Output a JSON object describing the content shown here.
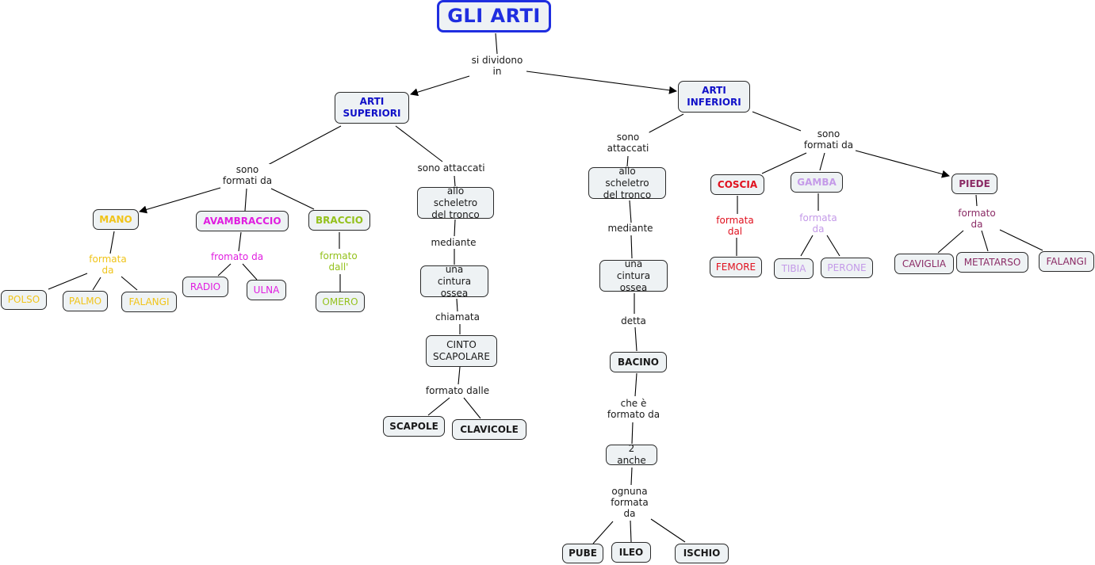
{
  "title": "GLI ARTI",
  "colors": {
    "root": "#1f2ee0",
    "level1": "#1010c8",
    "mano": "#f0c419",
    "avambraccio": "#e01ee0",
    "braccio": "#94c11c",
    "coscia": "#e0101e",
    "gamba": "#c49ae8",
    "piede": "#8b2c66",
    "default": "#1a1a1a"
  },
  "nodes": {
    "arti_superiori": "ARTI\nSUPERIORI",
    "arti_inferiori": "ARTI\nINFERIORI",
    "mano": "MANO",
    "avambraccio": "AVAMBRACCIO",
    "braccio": "BRACCIO",
    "polso": "POLSO",
    "palmo": "PALMO",
    "falangi_mano": "FALANGI",
    "radio": "RADIO",
    "ulna": "ULNA",
    "omero": "OMERO",
    "scheletro_sup": "allo scheletro\ndel tronco",
    "cintura_sup": "una cintura\nossea",
    "cinto_scapolare": "CINTO\nSCAPOLARE",
    "scapole": "SCAPOLE",
    "clavicole": "CLAVICOLE",
    "scheletro_inf": "allo scheletro\ndel tronco",
    "cintura_inf": "una cintura\nossea",
    "bacino": "BACINO",
    "anche": "2 anche",
    "pube": "PUBE",
    "ileo": "ILEO",
    "ischio": "ISCHIO",
    "coscia": "COSCIA",
    "gamba": "GAMBA",
    "piede": "PIEDE",
    "femore": "FEMORE",
    "tibia": "TIBIA",
    "perone": "PERONE",
    "caviglia": "CAVIGLIA",
    "metatarso": "METATARSO",
    "falangi_piede": "FALANGI"
  },
  "links": {
    "si_dividono": "si dividono\nin",
    "sup_formati": "sono\nformati da",
    "sup_attaccati": "sono attaccati",
    "mano_formata": "formata\nda",
    "avambraccio_formato": "fromato da",
    "braccio_formato": "formato\ndall'",
    "sup_mediante": "mediante",
    "sup_chiamata": "chiamata",
    "cinto_formato": "formato dalle",
    "inf_attaccati": "sono\nattaccati",
    "inf_mediante": "mediante",
    "inf_detta": "detta",
    "bacino_formato": "che è\nformato da",
    "anche_formata": "ognuna\nformata\nda",
    "inf_formati": "sono\nformati da",
    "coscia_formata": "formata\ndal",
    "gamba_formata": "formata\nda",
    "piede_formato": "formato\nda"
  }
}
